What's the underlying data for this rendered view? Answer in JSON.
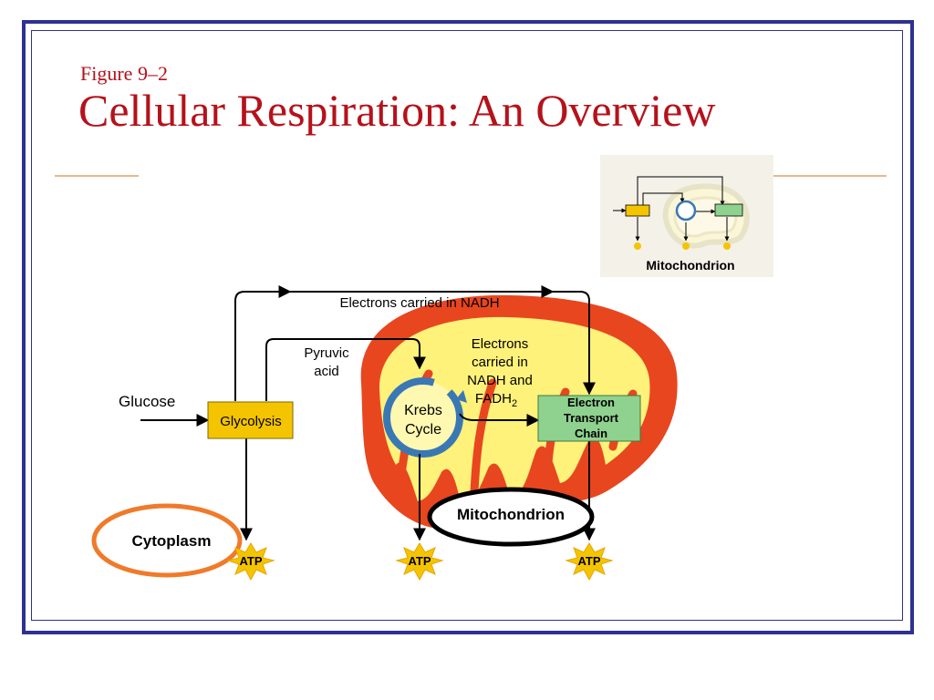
{
  "figure_label": "Figure 9–2",
  "title": "Cellular Respiration: An Overview",
  "thumbnail": {
    "label": "Mitochondrion"
  },
  "diagram": {
    "glucose": "Glucose",
    "glycolysis": "Glycolysis",
    "nadh_top": "Electrons carried in NADH",
    "pyruvic_1": "Pyruvic",
    "pyruvic_2": "acid",
    "electrons_1": "Electrons",
    "electrons_2": "carried in",
    "electrons_3": "NADH and",
    "electrons_4": "FADH",
    "electrons_sub": "2",
    "krebs_1": "Krebs",
    "krebs_2": "Cycle",
    "etc_1": "Electron",
    "etc_2": "Transport",
    "etc_3": "Chain",
    "cytoplasm": "Cytoplasm",
    "mitochondrion": "Mitochondrion",
    "atp": "ATP"
  },
  "colors": {
    "title_red": "#b5121b",
    "frame_blue": "#2e3192",
    "glycolysis_fill": "#f5c400",
    "etc_fill": "#8fd18f",
    "mito_outer": "#e8461f",
    "mito_inner": "#fff27a",
    "krebs_blue": "#3a78b5",
    "cytoplasm_ring": "#f07a2a"
  }
}
